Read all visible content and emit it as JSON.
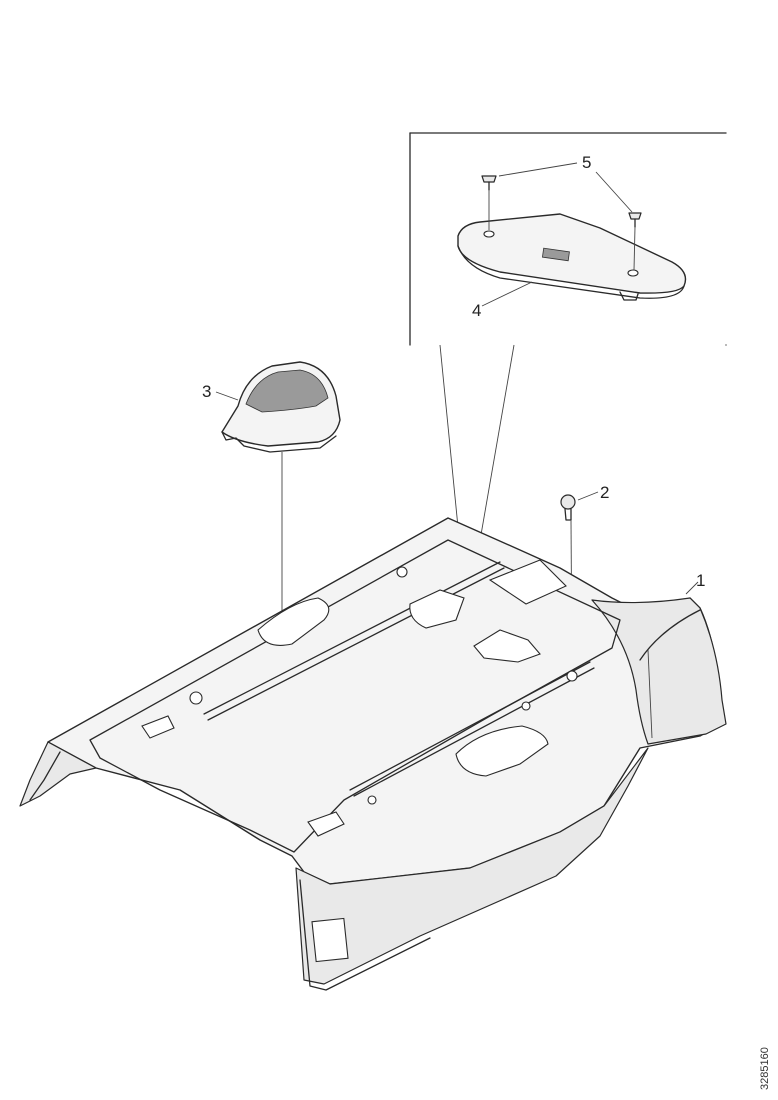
{
  "callouts": {
    "c1": "1",
    "c2": "2",
    "c3": "3",
    "c4": "4",
    "c5": "5"
  },
  "doc_id": "3285160",
  "colors": {
    "line": "#2a2a2a",
    "fill": "#f4f4f4",
    "grille": "#9a9a9a"
  }
}
